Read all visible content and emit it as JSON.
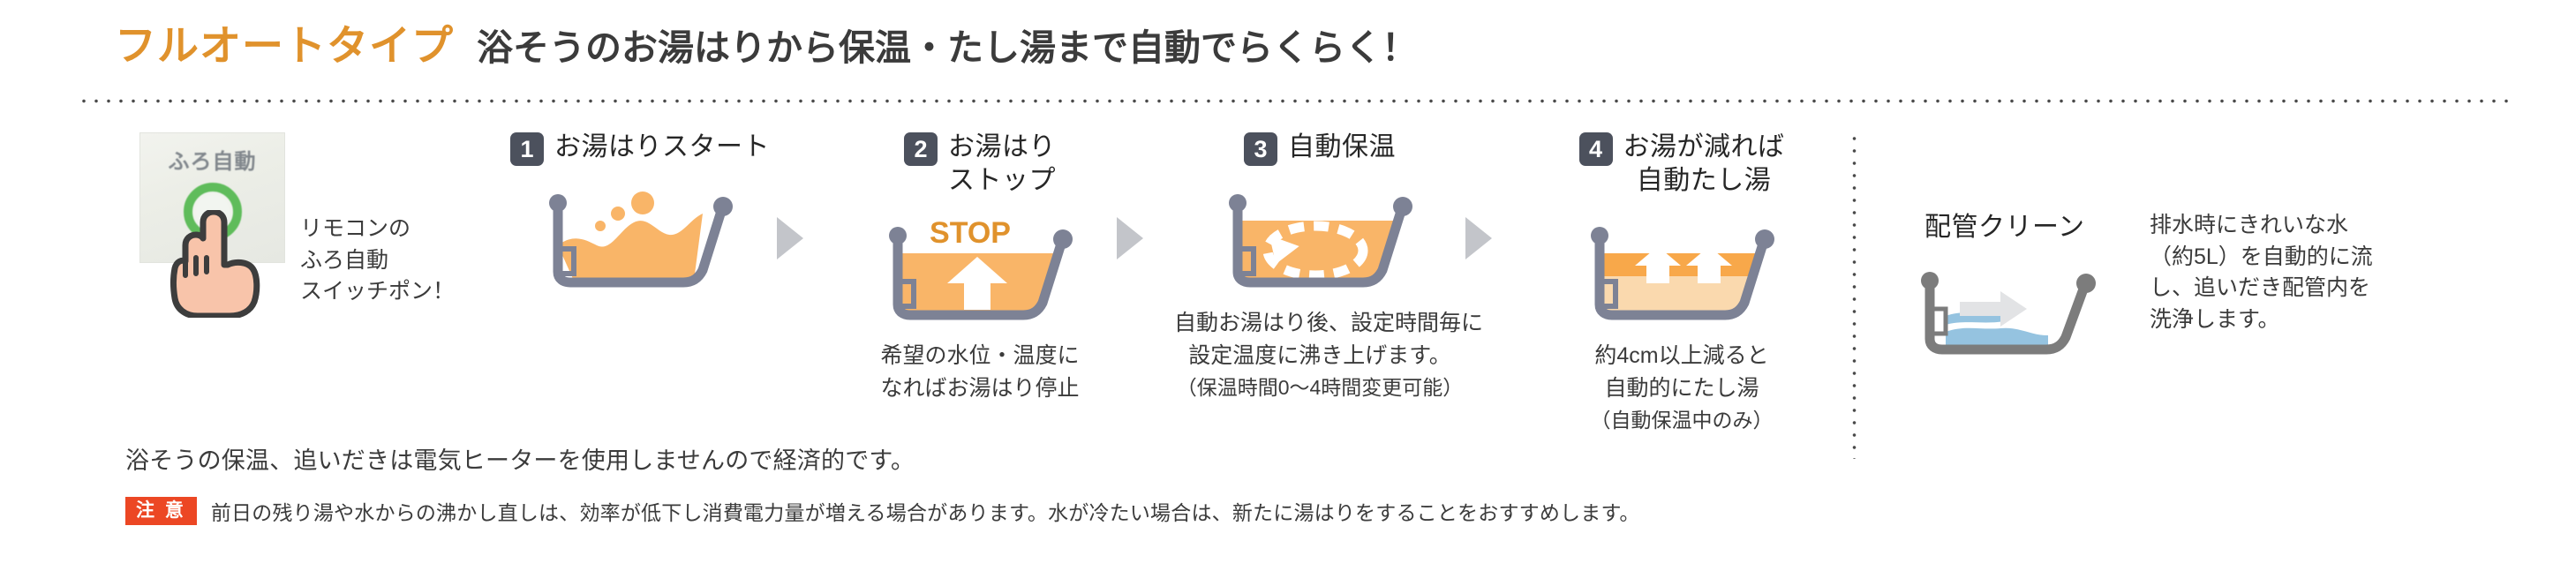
{
  "header": {
    "title": "フルオートタイプ",
    "subtitle": "浴そうのお湯はりから保温・たし湯まで自動でらくらく！",
    "title_color": "#e0922c",
    "subtitle_color": "#3b3b3b"
  },
  "remote": {
    "panel_label": "ふろ自動",
    "ring_color": "#4cb648",
    "caption_line1": "リモコンの",
    "caption_line2": "ふろ自動",
    "caption_line3": "スイッチポン！"
  },
  "steps": [
    {
      "number": "1",
      "title_line1": "お湯はりスタート",
      "title_line2": "",
      "desc_line1": "",
      "desc_line2": "",
      "note": ""
    },
    {
      "number": "2",
      "title_line1": "お湯はり",
      "title_line2": "ストップ",
      "art_label": "STOP",
      "desc_line1": "希望の水位・温度に",
      "desc_line2": "なればお湯はり停止",
      "note": ""
    },
    {
      "number": "3",
      "title_line1": "自動保温",
      "title_line2": "",
      "desc_line1": "自動お湯はり後、設定時間毎に",
      "desc_line2": "設定温度に沸き上げます。",
      "note": "（保温時間0〜4時間変更可能）"
    },
    {
      "number": "4",
      "title_line1": "お湯が減れば",
      "title_line2": "自動たし湯",
      "desc_line1": "約4cm以上減ると",
      "desc_line2": "自動的にたし湯",
      "note": "（自動保温中のみ）"
    }
  ],
  "pipe_clean": {
    "title": "配管クリーン",
    "desc_line1": "排水時にきれいな水",
    "desc_line2": "（約5L）を自動的に流",
    "desc_line3": "し、追いだき配管内を",
    "desc_line4": "洗浄します。",
    "water_color": "#8fc0de"
  },
  "footer": {
    "eco_note": "浴そうの保温、追いだきは電気ヒーターを使用しませんので経済的です。",
    "caution_badge": "注 意",
    "caution_badge_color": "#ec4724",
    "caution_text": "前日の残り湯や水からの沸かし直しは、効率が低下し消費電力量が増える場合があります。水が冷たい場合は、新たに湯はりをすることをおすすめします。"
  },
  "palette": {
    "orange": "#f9b568",
    "orange_dark": "#f8a84a",
    "orange_light": "#fad9ae",
    "tub_gray": "#7d8295",
    "badge_gray": "#4c515d",
    "arrow_gray": "#c3c5ca"
  }
}
